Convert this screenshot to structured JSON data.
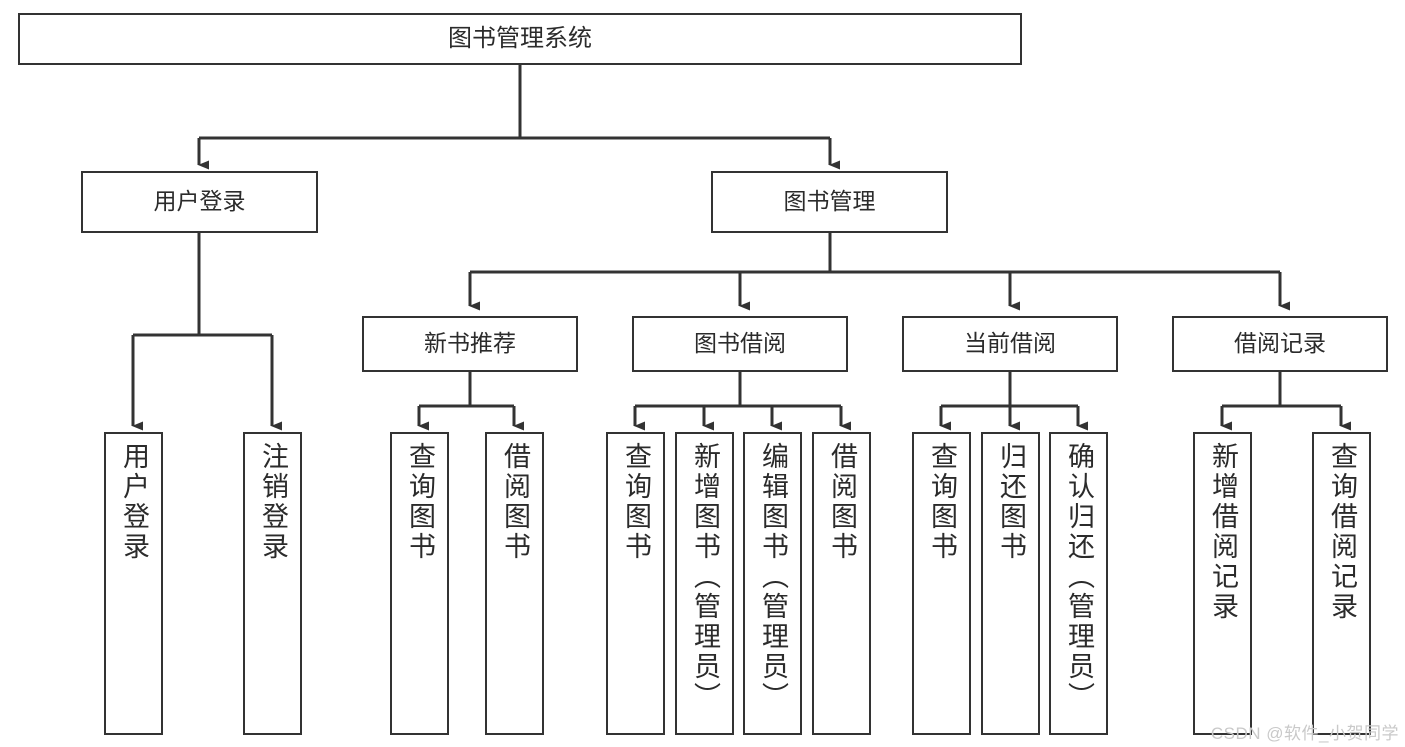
{
  "diagram": {
    "title": "图书管理系统",
    "type": "tree",
    "colors": {
      "box_border": "#333333",
      "box_fill": "#ffffff",
      "line": "#333333",
      "text": "#2b2b2b",
      "watermark": "#c9c9c9",
      "background": "#ffffff"
    },
    "root": {
      "label": "图书管理系统"
    },
    "level2": [
      {
        "id": "user-login",
        "label": "用户登录"
      },
      {
        "id": "book-manage",
        "label": "图书管理"
      }
    ],
    "level3": [
      {
        "id": "new-book-recommend",
        "label": "新书推荐",
        "parent": "book-manage"
      },
      {
        "id": "book-borrow",
        "label": "图书借阅",
        "parent": "book-manage"
      },
      {
        "id": "current-borrow",
        "label": "当前借阅",
        "parent": "book-manage"
      },
      {
        "id": "borrow-record",
        "label": "借阅记录",
        "parent": "book-manage"
      }
    ],
    "leaves": {
      "user-login": [
        {
          "id": "leaf-user-login",
          "label": "用户登录"
        },
        {
          "id": "leaf-logout-login",
          "label": "注销登录"
        }
      ],
      "new-book-recommend": [
        {
          "id": "leaf-query-book-1",
          "label": "查询图书"
        },
        {
          "id": "leaf-borrow-book-1",
          "label": "借阅图书"
        }
      ],
      "book-borrow": [
        {
          "id": "leaf-query-book-2",
          "label": "查询图书"
        },
        {
          "id": "leaf-add-book",
          "label": "新增图书（管理员）"
        },
        {
          "id": "leaf-edit-book",
          "label": "编辑图书（管理员）"
        },
        {
          "id": "leaf-borrow-book-2",
          "label": "借阅图书"
        }
      ],
      "current-borrow": [
        {
          "id": "leaf-query-book-3",
          "label": "查询图书"
        },
        {
          "id": "leaf-return-book",
          "label": "归还图书"
        },
        {
          "id": "leaf-confirm-return",
          "label": "确认归还（管理员）"
        }
      ],
      "borrow-record": [
        {
          "id": "leaf-add-record",
          "label": "新增借阅记录"
        },
        {
          "id": "leaf-query-record",
          "label": "查询借阅记录"
        }
      ]
    }
  },
  "watermark": {
    "text": "CSDN @软件_小贺同学"
  }
}
